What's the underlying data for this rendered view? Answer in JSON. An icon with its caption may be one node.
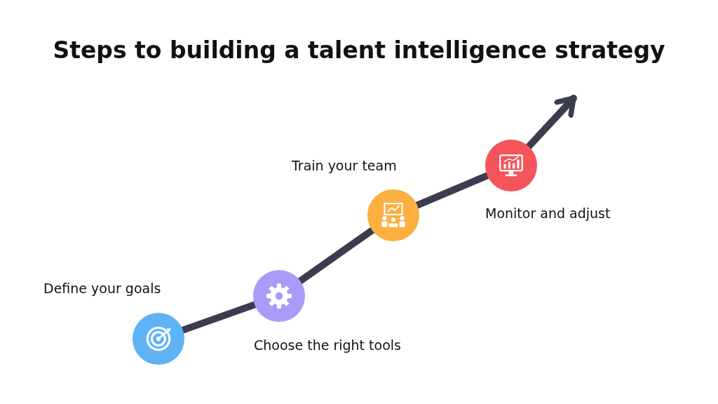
{
  "diagram": {
    "title": "Steps to building a talent intelligence strategy",
    "nodes": [
      {
        "text": [],
        "shape": "circle",
        "beside": [
          "Define your goals"
        ]
      },
      {
        "text": [],
        "shape": "circle",
        "beside": [
          "Choose the right tools"
        ]
      },
      {
        "text": [],
        "shape": "circle",
        "beside": [
          "Train your team"
        ]
      },
      {
        "text": [],
        "shape": "circle",
        "beside": [
          "Monitor and adjust"
        ]
      }
    ],
    "edges": [
      {
        "from": 0,
        "to": 1,
        "arrow": "none"
      },
      {
        "from": 1,
        "to": 2,
        "arrow": "none"
      },
      {
        "from": 2,
        "to": 3,
        "arrow": "none"
      },
      {
        "from": 3,
        "to": null,
        "arrow": "to"
      }
    ]
  }
}
